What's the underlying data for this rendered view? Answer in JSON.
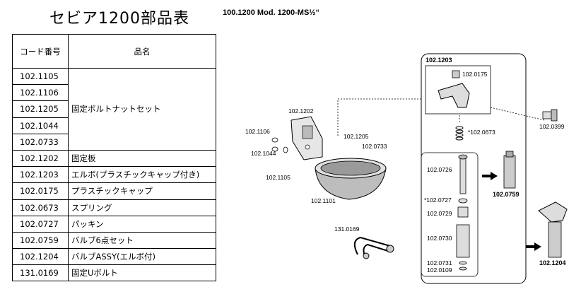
{
  "title": "セビア1200部品表",
  "model": "100.1200 Mod. 1200-MS½“",
  "table": {
    "header_code": "コード番号",
    "header_name": "品名",
    "group_name": "固定ボルトナットセット",
    "group_codes": [
      "102.1105",
      "102.1106",
      "102.1205",
      "102.1044",
      "102.0733"
    ],
    "rows": [
      {
        "code": "102.1202",
        "name": "固定板"
      },
      {
        "code": "102.1203",
        "name": "エルボ(プラスチックキャップ付き)"
      },
      {
        "code": "102.0175",
        "name": "プラスチックキャップ"
      },
      {
        "code": "102.0673",
        "name": "スプリング"
      },
      {
        "code": "102.0727",
        "name": "パッキン"
      },
      {
        "code": "102.0759",
        "name": "バルブ6点セット"
      },
      {
        "code": "102.1204",
        "name": "バルブASSY(エルボ付)"
      },
      {
        "code": "131.0169",
        "name": "固定Uボルト"
      }
    ]
  },
  "diagram": {
    "labels": {
      "l1202": "102.1202",
      "l1106": "102.1106",
      "l1205": "102.1205",
      "l0733": "102.0733",
      "l1044": "102.1044",
      "l1105": "102.1105",
      "l1101": "102.1101",
      "l0169": "131.0169",
      "l1203": "102.1203",
      "l0175": "102.0175",
      "l0399": "102.0399",
      "l0673": "*102.0673",
      "l0726": "102.0726",
      "l0727": "*102.0727",
      "l0729": "102.0729",
      "l0730": "102.0730",
      "l0731": "102.0731",
      "l0109": "102.0109",
      "l0759": "102.0759",
      "l1204": "102.1204"
    }
  }
}
